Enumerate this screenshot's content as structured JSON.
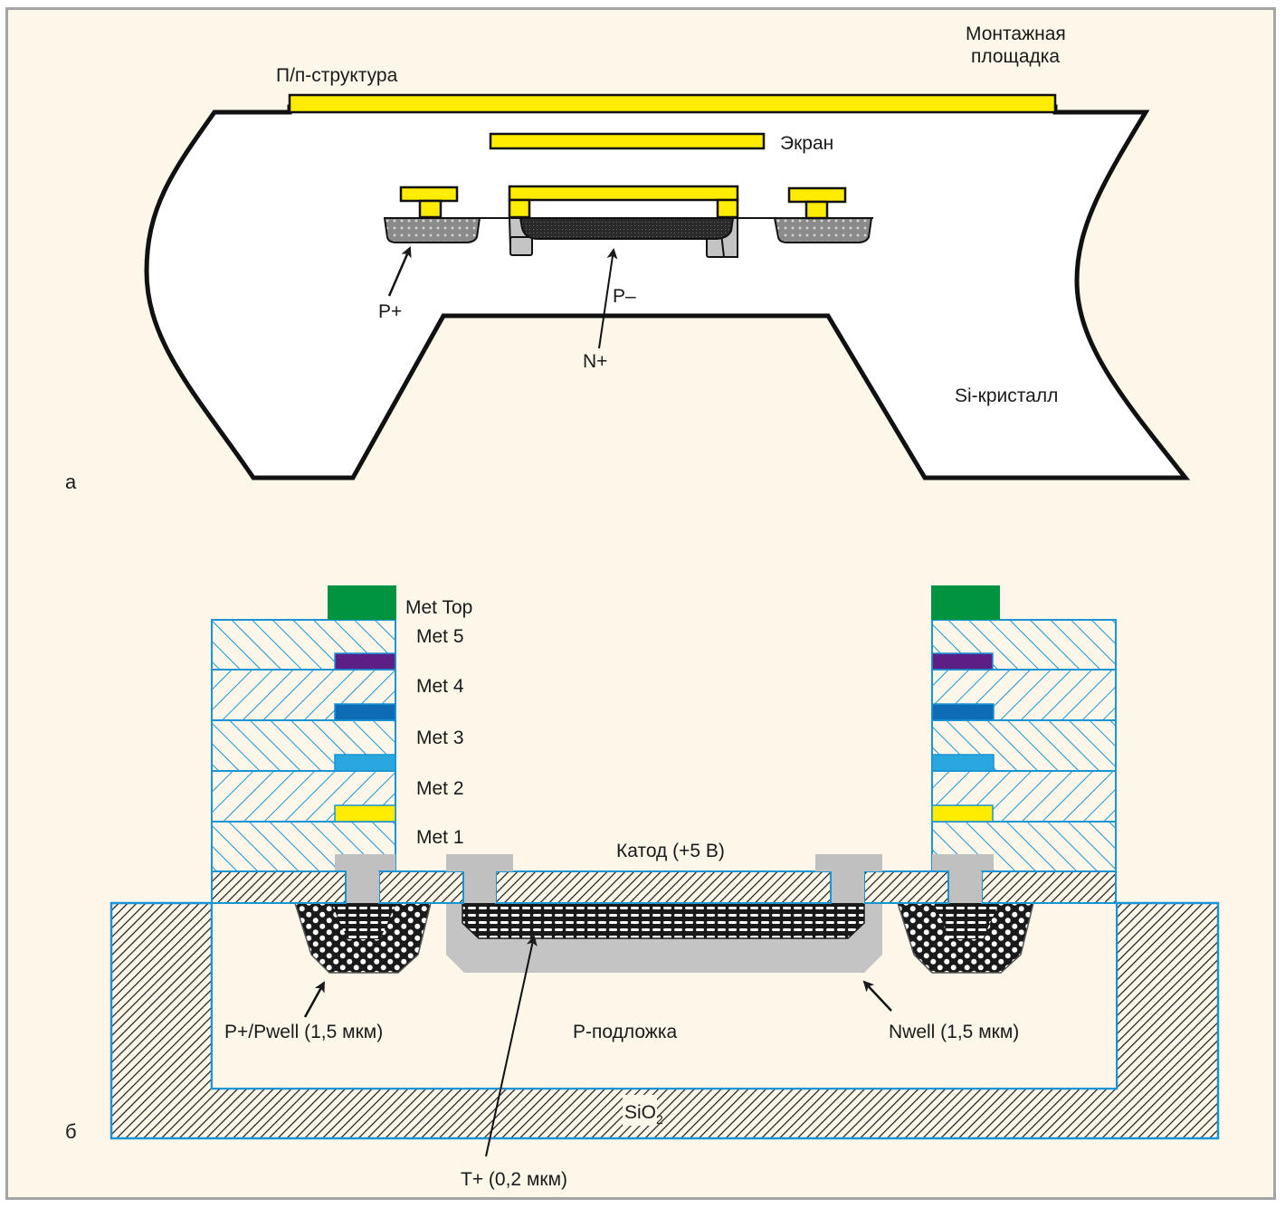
{
  "figure": {
    "panel_a": {
      "panel_label": "а",
      "labels": {
        "pp_structure": "П/п-структура",
        "mount_pad": [
          "Монтажная",
          "площадка"
        ],
        "screen": "Экран",
        "p_plus": "P+",
        "p_minus": "P–",
        "n_plus": "N+",
        "si_crystal": "Si-кристалл"
      }
    },
    "panel_b": {
      "panel_label": "б",
      "metal_layers": [
        {
          "label": "Met Top",
          "color": "#009440"
        },
        {
          "label": "Met 5",
          "color": "#5c1f86"
        },
        {
          "label": "Met 4",
          "color": "#0e6cb6"
        },
        {
          "label": "Met 3",
          "color": "#29a8e0"
        },
        {
          "label": "Met 2",
          "color": "#ffec00"
        },
        {
          "label": "Met 1",
          "color": "#c0c0c0"
        }
      ],
      "labels": {
        "cathode": "Катод (+5 В)",
        "p_pwell": "P+/Pwell (1,5 мкм)",
        "p_substrate": "P-подложка",
        "nwell": "Nwell (1,5 мкм)",
        "sio2": "SiO",
        "sio2_sub": "2",
        "t_plus": "T+ (0,2 мкм)"
      }
    },
    "colors": {
      "background": "#fdf7ea",
      "metal_yellow": "#ffec00",
      "outline_blue": "#1a94d4",
      "contact_gray": "#c0c0c0",
      "crystal_white": "#ffffff"
    }
  }
}
